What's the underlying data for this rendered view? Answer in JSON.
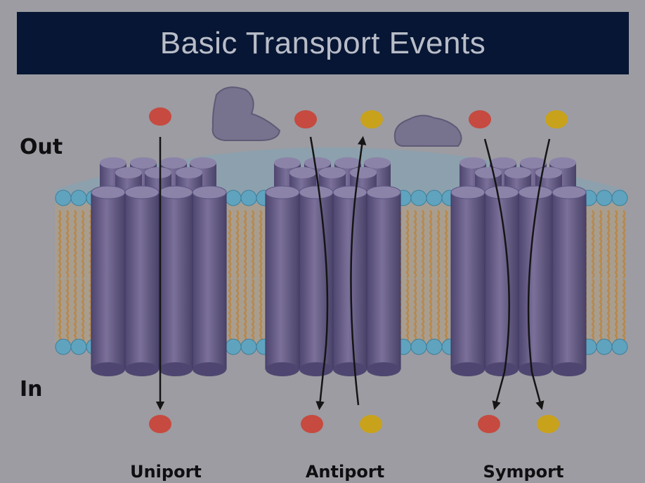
{
  "title": "Basic Transport Events",
  "membrane": {
    "outside_label": "Out",
    "inside_label": "In"
  },
  "transporters": [
    {
      "name": "Uniport",
      "solutes_out": [
        "red"
      ],
      "solutes_in": [
        "red"
      ]
    },
    {
      "name": "Antiport",
      "solutes_out": [
        "red",
        "yellow"
      ],
      "solutes_in": [
        "red",
        "yellow"
      ]
    },
    {
      "name": "Symport",
      "solutes_out": [
        "red",
        "yellow"
      ],
      "solutes_in": [
        "red",
        "yellow"
      ]
    }
  ],
  "colors": {
    "background": "#9c9ca2",
    "title_bar": "#071634",
    "title_text": "#b9bdc8",
    "protein": "#6f6590",
    "protein_top": "#8c84a8",
    "lipid_head": "#5fa3bf",
    "lipid_tail": "#b8884c",
    "solute_red": "#c64a40",
    "solute_yellow": "#c9a21c",
    "ligand": "#77728e"
  }
}
